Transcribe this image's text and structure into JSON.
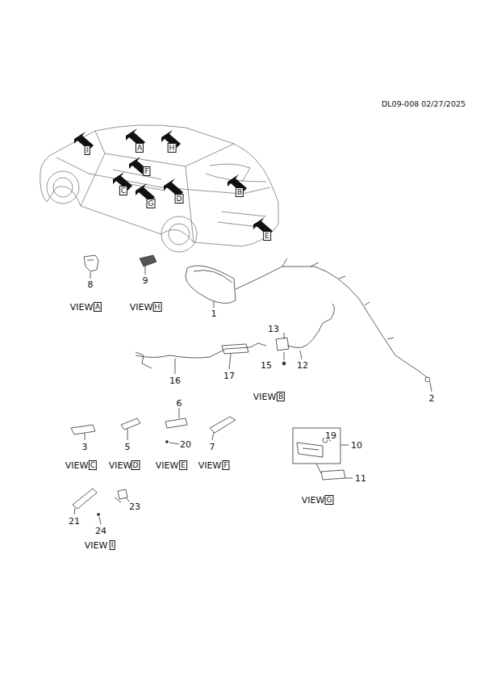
{
  "diagram": {
    "labels": [
      "DL09-008 02/27/2025",
      "I",
      "A",
      "H",
      "F",
      "C",
      "G",
      "D",
      "B",
      "E",
      "8",
      "9",
      "VIEW",
      "A",
      "VIEW",
      "H",
      "1",
      "13",
      "15",
      "12",
      "16",
      "17",
      "2",
      "VIEW",
      "B",
      "6",
      "20",
      "3",
      "5",
      "7",
      "VIEW",
      "C",
      "VIEW",
      "D",
      "VIEW",
      "E",
      "VIEW",
      "F",
      "19",
      "10",
      "11",
      "VIEW",
      "G",
      "21",
      "23",
      "24",
      "VIEW",
      "I"
    ]
  }
}
